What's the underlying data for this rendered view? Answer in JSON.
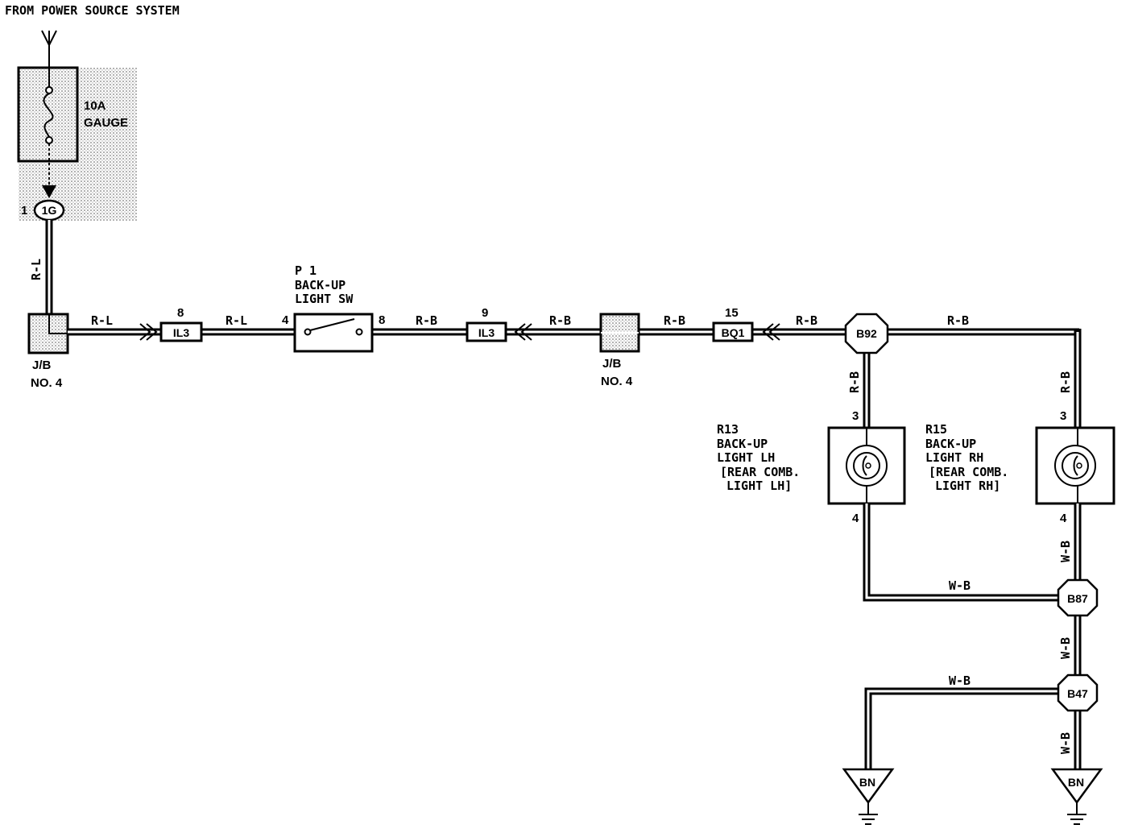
{
  "header": {
    "power_source": "FROM POWER SOURCE SYSTEM"
  },
  "fuse": {
    "rating": "10A",
    "name": "GAUGE"
  },
  "connectors": {
    "jb_1g_pin": "1",
    "jb_1g": "1G",
    "il3_a_pin": "8",
    "il3_a": "IL3",
    "il3_b_pin": "9",
    "il3_b": "IL3",
    "bq1_pin": "15",
    "bq1": "BQ1",
    "b92": "B92",
    "b87": "B87",
    "b47": "B47",
    "bn_left": "BN",
    "bn_right": "BN"
  },
  "junction_blocks": {
    "left": {
      "line1": "J/B",
      "line2": "NO. 4"
    },
    "right": {
      "line1": "J/B",
      "line2": "NO. 4"
    }
  },
  "switch": {
    "id": "P 1",
    "line1": "BACK-UP",
    "line2": "LIGHT SW",
    "pin_in": "4",
    "pin_out": "8"
  },
  "lamps": {
    "lh": {
      "id": "R13",
      "line1": "BACK-UP",
      "line2": "LIGHT LH",
      "line3": "[REAR COMB.",
      "line4": "LIGHT LH]",
      "pin_top": "3",
      "pin_bottom": "4"
    },
    "rh": {
      "id": "R15",
      "line1": "BACK-UP",
      "line2": "LIGHT RH",
      "line3": "[REAR COMB.",
      "line4": "LIGHT RH]",
      "pin_top": "3",
      "pin_bottom": "4"
    }
  },
  "wire_colors": {
    "rl_vertical": "R-L",
    "rl_1": "R-L",
    "rl_2": "R-L",
    "rb_1": "R-B",
    "rb_2": "R-B",
    "rb_3": "R-B",
    "rb_4": "R-B",
    "rb_5": "R-B",
    "rb_lh": "R-B",
    "rb_rh": "R-B",
    "wb_rh": "W-B",
    "wb_h1": "W-B",
    "wb_v1": "W-B",
    "wb_h2": "W-B",
    "wb_v2": "W-B"
  }
}
